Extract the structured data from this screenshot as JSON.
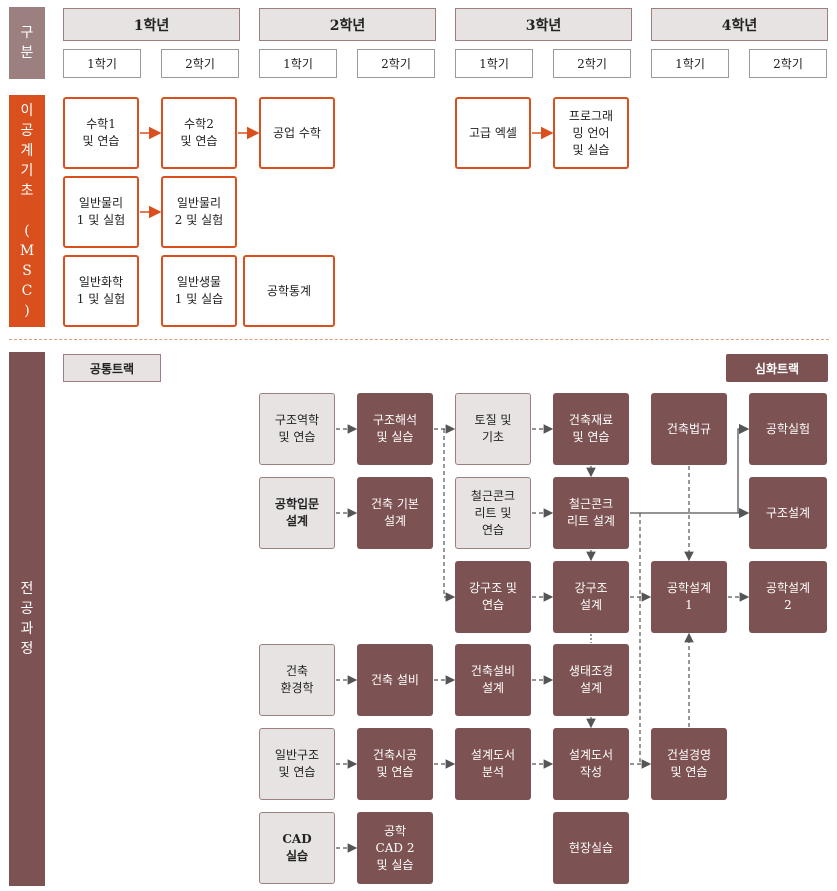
{
  "side": {
    "category": "구\n분",
    "msc": "이\n공\n계\n기\n초\n\n(\nM\nS\nC\n)",
    "major": "전\n공\n과\n정"
  },
  "years": [
    "1학년",
    "2학년",
    "3학년",
    "4학년"
  ],
  "semesters": [
    "1학기",
    "2학기",
    "1학기",
    "2학기",
    "1학기",
    "2학기",
    "1학기",
    "2학기"
  ],
  "msc": {
    "math1": "수학1\n및 연습",
    "math2": "수학2\n및 연습",
    "eng_math": "공업 수학",
    "adv_excel": "고급 엑셀",
    "programming": "프로그래\n밍 언어\n및 실습",
    "physics1": "일반물리\n1 및 실험",
    "physics2": "일반물리\n2 및 실험",
    "chemistry1": "일반화학\n1 및 실험",
    "biology1": "일반생물\n1 및 실습",
    "eng_stats": "공학통계"
  },
  "tracks": {
    "common": "공통트랙",
    "advanced": "심화트랙"
  },
  "courses": {
    "struct_mech": "구조역학\n및 연습",
    "eng_intro": "공학입문\n설계",
    "arch_env": "건축\n환경학",
    "gen_struct": "일반구조\n및 연습",
    "cad": "CAD\n실습",
    "struct_anal": "구조해석\n및 실습",
    "arch_basic": "건축 기본\n설계",
    "arch_equip": "건축 설비",
    "arch_constr": "건축시공\n및 연습",
    "eng_cad2": "공학\nCAD 2\n및 실습",
    "soil": "토질 및\n기초",
    "rc_ex": "철근콘크\n리트 및\n연습",
    "steel_ex": "강구조 및\n연습",
    "equip_design": "건축설비\n설계",
    "doc_analysis": "설계도서\n분석",
    "arch_material": "건축재료\n및 연습",
    "rc_design": "철근콘크\n리트 설계",
    "steel_design": "강구조\n설계",
    "eco_design": "생태조경\n설계",
    "doc_writing": "설계도서\n작성",
    "field_training": "현장실습",
    "arch_law": "건축법규",
    "eng_design1": "공학설계\n1",
    "const_mgmt": "건설경영\n및 연습",
    "eng_experiment": "공학실험",
    "struct_design": "구조설계",
    "eng_design2": "공학설계\n2"
  },
  "colors": {
    "category_side": "#9c8080",
    "msc_side": "#d9501e",
    "major_side": "#7d5252",
    "dark_box": "#7d5252",
    "light_box": "#e8e3e3",
    "arrow": "#555555",
    "msc_arrow": "#d9501e"
  }
}
